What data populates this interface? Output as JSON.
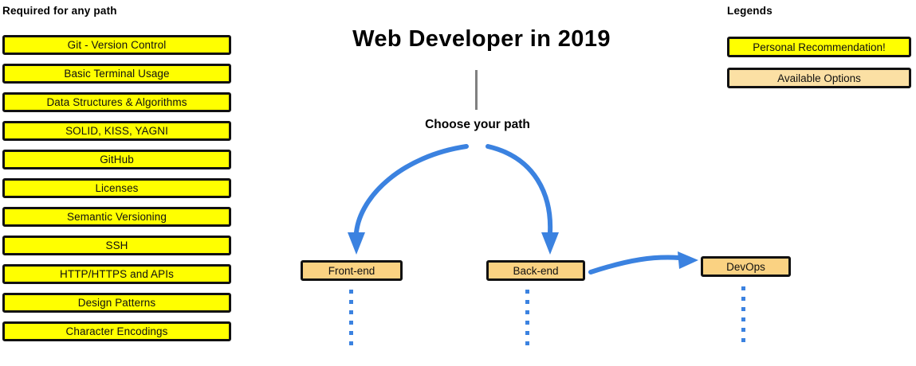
{
  "diagram": {
    "title": "Web Developer in 2019",
    "branch_label": "Choose your path"
  },
  "required_section": {
    "heading": "Required for any path",
    "items": [
      {
        "label": "Git - Version Control"
      },
      {
        "label": "Basic Terminal Usage"
      },
      {
        "label": "Data Structures & Algorithms"
      },
      {
        "label": "SOLID, KISS, YAGNI"
      },
      {
        "label": "GitHub"
      },
      {
        "label": "Licenses"
      },
      {
        "label": "Semantic Versioning"
      },
      {
        "label": "SSH"
      },
      {
        "label": "HTTP/HTTPS and APIs"
      },
      {
        "label": "Design Patterns"
      },
      {
        "label": "Character Encodings"
      }
    ]
  },
  "paths": {
    "nodes": [
      {
        "label": "Front-end"
      },
      {
        "label": "Back-end"
      },
      {
        "label": "DevOps"
      }
    ]
  },
  "legends": {
    "heading": "Legends",
    "items": [
      {
        "label": "Personal Recommendation!",
        "color": "#ffff00"
      },
      {
        "label": "Available Options",
        "color": "#fbe0a4"
      }
    ]
  },
  "colors": {
    "recommended": "#ffff00",
    "available": "#fad282",
    "arrow": "#3b82e0",
    "trunk": "#808080",
    "outline": "#111111"
  }
}
